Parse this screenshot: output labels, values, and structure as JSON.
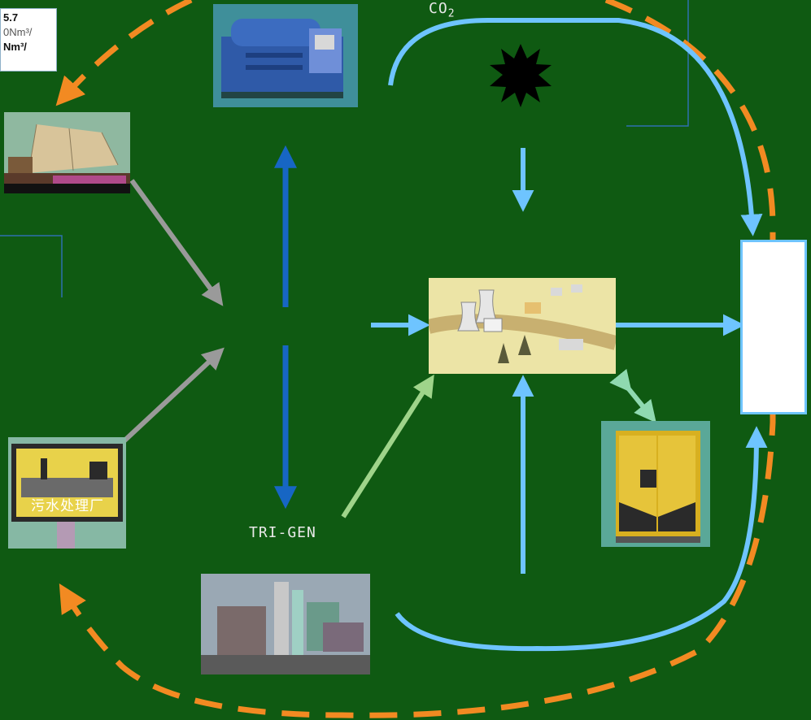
{
  "info_box": {
    "line1": "5.7",
    "line2": "0Nm³/",
    "line3": "Nm³/"
  },
  "labels": {
    "co2": "CO",
    "co2_sub": "2",
    "trigen": "TRI-GEN"
  },
  "sign_text": "污水处理厂",
  "colors": {
    "background": "#0f5a12",
    "orange_dashed": "#f28a22",
    "light_blue": "#6ec4ff",
    "dark_blue": "#1766c4",
    "grey_arrow": "#9a9a9a",
    "light_green": "#9fd48a",
    "thin_line": "#2f6fb0"
  }
}
